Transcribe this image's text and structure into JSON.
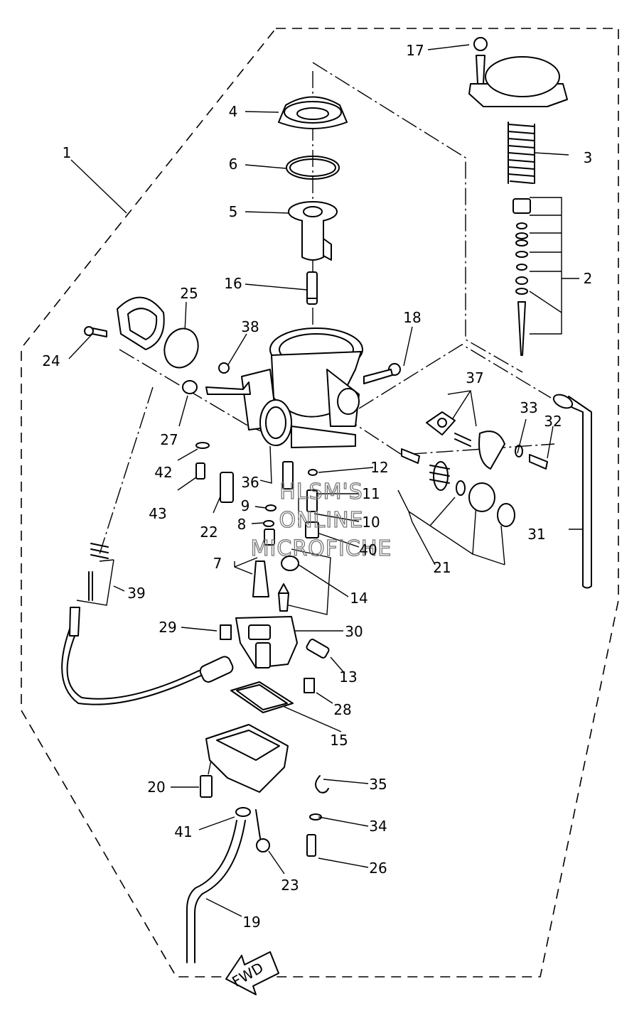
{
  "callouts": {
    "c1": "1",
    "c2": "2",
    "c3": "3",
    "c4": "4",
    "c5": "5",
    "c6": "6",
    "c7": "7",
    "c8": "8",
    "c9": "9",
    "c10": "10",
    "c11": "11",
    "c12": "12",
    "c13": "13",
    "c14": "14",
    "c15": "15",
    "c16": "16",
    "c17": "17",
    "c18": "18",
    "c19": "19",
    "c20": "20",
    "c21": "21",
    "c22": "22",
    "c23": "23",
    "c24": "24",
    "c25": "25",
    "c26": "26",
    "c27": "27",
    "c28": "28",
    "c29": "29",
    "c30": "30",
    "c31": "31",
    "c32": "32",
    "c33": "33",
    "c34": "34",
    "c35": "35",
    "c36": "36",
    "c37": "37",
    "c38": "38",
    "c39": "39",
    "c40": "40",
    "c41": "41",
    "c42": "42",
    "c43": "43"
  },
  "watermark": {
    "line1": "HLSM'S",
    "line2": "ONLINE",
    "line3": "MICROFICHE"
  },
  "fwd_label": "FWD"
}
